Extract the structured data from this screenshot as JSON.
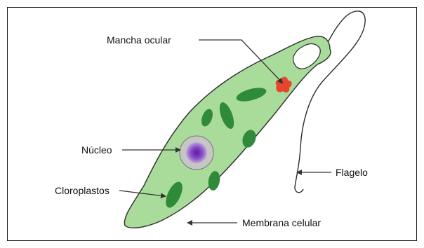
{
  "labels": {
    "eyespot": "Mancha ocular",
    "nucleus": "Núcleo",
    "chloroplasts": "Cloroplastos",
    "flagellum": "Flagelo",
    "membrane": "Membrana celular"
  },
  "colors": {
    "cell_fill": "#a9dc9a",
    "cell_stroke": "#2c2c2c",
    "chloroplast": "#2f8a3a",
    "eyespot": "#e8452c",
    "nucleus_outer": "#c6c6c6",
    "nucleus_inner": "#7a2fb8",
    "leader_line": "#333333"
  }
}
